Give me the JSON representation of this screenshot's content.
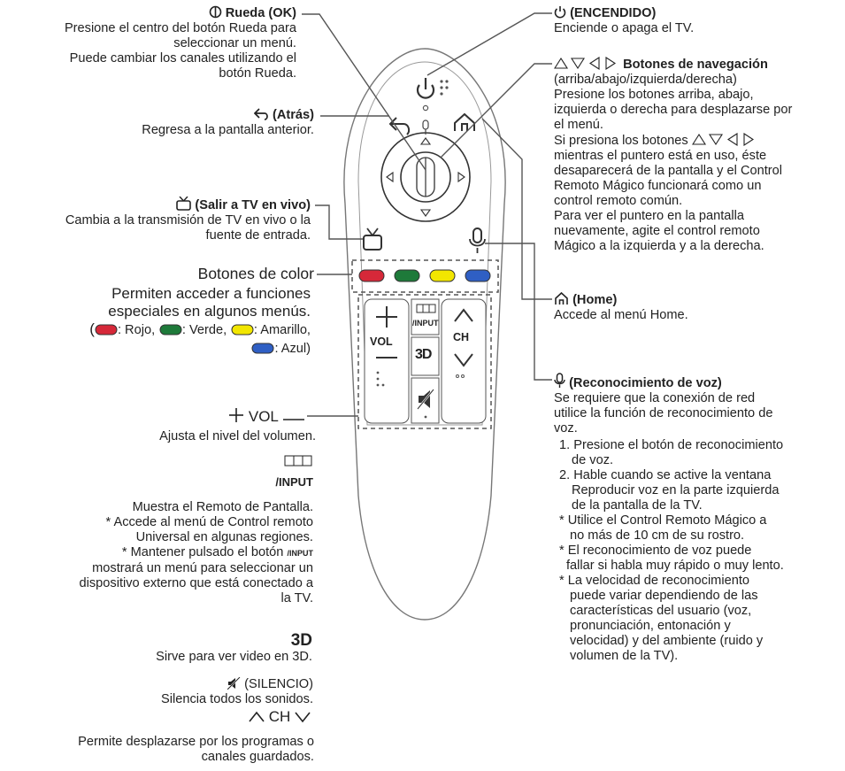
{
  "left": {
    "wheel": {
      "title": "Rueda (OK)",
      "lines": [
        "Presione el centro del botón Rueda para",
        "seleccionar un menú.",
        "Puede cambiar los canales utilizando el",
        "botón Rueda."
      ]
    },
    "back": {
      "title": "(Atrás)",
      "lines": [
        "Regresa a la pantalla anterior."
      ]
    },
    "livetv": {
      "title": "(Salir a TV en vivo)",
      "lines": [
        "Cambia a la transmisión de TV en vivo o la",
        "fuente de entrada."
      ]
    },
    "color": {
      "title": "Botones de color",
      "lines": [
        "Permiten acceder a funciones",
        "especiales en algunos menús."
      ],
      "legend_red": ": Rojo,",
      "legend_green": ": Verde,",
      "legend_yellow": ": Amarillo,",
      "legend_blue": ": Azul)",
      "open_paren": "("
    },
    "vol": {
      "title": "VOL",
      "lines": [
        "Ajusta el nivel del volumen."
      ]
    },
    "input": {
      "title": "/INPUT",
      "lines": [
        "Muestra el Remoto de Pantalla.",
        "* Accede al menú de Control remoto",
        "Universal en algunas regiones.",
        "* Mantener pulsado el botón",
        "mostrará un menú para seleccionar un",
        "dispositivo externo que está conectado a",
        "la TV."
      ],
      "inline_input": "/INPUT"
    },
    "threed": {
      "title": "3D",
      "lines": [
        "Sirve para ver video en 3D."
      ]
    },
    "mute": {
      "title": "(SILENCIO)",
      "lines": [
        "Silencia todos los sonidos."
      ]
    },
    "ch": {
      "title": "CH",
      "lines": [
        "Permite desplazarse por los programas o",
        "canales guardados."
      ]
    }
  },
  "right": {
    "power": {
      "title": "(ENCENDIDO)",
      "lines": [
        "Enciende o apaga el TV."
      ]
    },
    "nav": {
      "title": "Botones de navegación",
      "lines": [
        "(arriba/abajo/izquierda/derecha)",
        "Presione los botones arriba, abajo,",
        "izquierda o derecha para desplazarse por",
        "el menú.",
        "Si presiona los botones",
        "mientras el puntero está en uso, éste",
        "desaparecerá de la pantalla y el Control",
        "Remoto Mágico funcionará como un",
        "control remoto común.",
        "Para ver el puntero en la pantalla",
        "nuevamente, agite el control remoto",
        "Mágico a la izquierda y a la derecha."
      ]
    },
    "home": {
      "title": "(Home)",
      "lines": [
        "Accede al menú Home."
      ]
    },
    "voice": {
      "title": "(Reconocimiento de voz)",
      "lines": [
        "Se requiere que la conexión de red",
        "utilice la función de reconocimiento de",
        "voz."
      ],
      "list": [
        [
          "1. Presione el botón de reconocimiento",
          "de voz."
        ],
        [
          "2. Hable cuando se active la ventana",
          "Reproducir voz en la parte izquierda",
          "de la pantalla de la TV."
        ],
        [
          "* Utilice el Control Remoto Mágico a",
          "no más de 10 cm de su rostro."
        ],
        [
          "* El reconocimiento de voz puede",
          "fallar si habla muy rápido o muy lento."
        ],
        [
          "* La velocidad de reconocimiento",
          "puede variar dependiendo de las",
          "características del usuario (voz,",
          "pronunciación, entonación y",
          "velocidad) y del ambiente (ruido y",
          "volumen de la TV)."
        ]
      ]
    }
  },
  "remote": {
    "vol_label": "VOL",
    "ch_label": "CH",
    "threed_label": "3D",
    "input_label": "/INPUT"
  },
  "colors": {
    "red": "#d62839",
    "green": "#1e7a3a",
    "yellow": "#f2e600",
    "blue": "#2f5fc4",
    "line": "#555555",
    "remote_outline": "#777777"
  }
}
